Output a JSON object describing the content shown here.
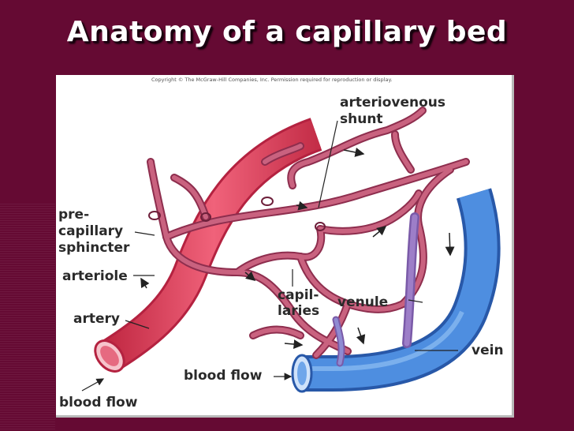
{
  "slide": {
    "title": "Anatomy of a capillary bed",
    "colors": {
      "background": "#650a33",
      "title": "#ffffff",
      "artery": "#e33c58",
      "capillary": "#b9506f",
      "vein": "#3b7ed6"
    }
  },
  "figure": {
    "copyright": "Copyright © The McGraw-Hill Companies, Inc. Permission required for reproduction or display.",
    "labels": {
      "arteriovenous_1": "arteriovenous",
      "arteriovenous_2": "shunt",
      "precapillary_1": "pre-",
      "precapillary_2": "capillary",
      "precapillary_3": "sphincter",
      "arteriole": "arteriole",
      "artery": "artery",
      "blood_flow_left": "blood flow",
      "blood_flow_bottom": "blood flow",
      "capillaries_1": "capil-",
      "capillaries_2": "laries",
      "venule": "venule",
      "vein": "vein"
    },
    "icons": [
      "flow-arrow-icon"
    ]
  }
}
